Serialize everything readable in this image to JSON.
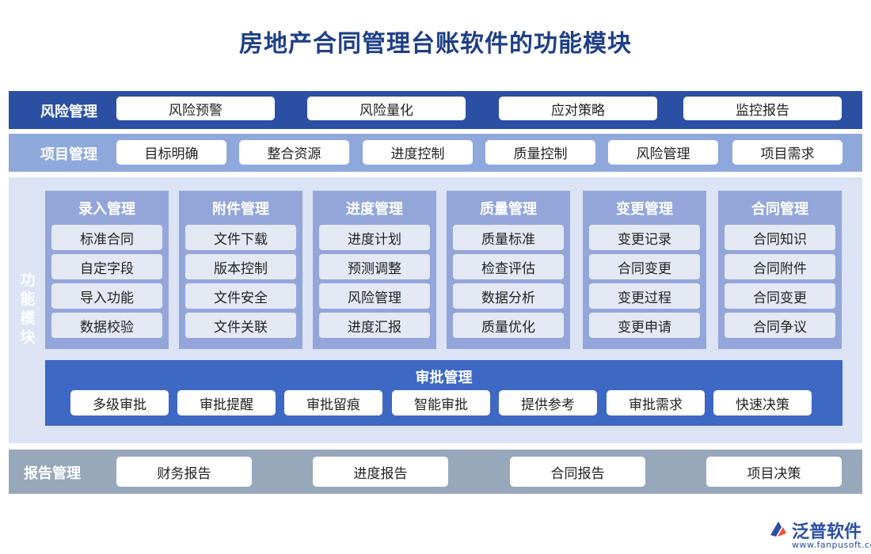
{
  "title": "房地产合同管理台账软件的功能模块",
  "risk": {
    "label": "风险管理",
    "items": [
      "风险预警",
      "风险量化",
      "应对策略",
      "监控报告"
    ]
  },
  "project": {
    "label": "项目管理",
    "items": [
      "目标明确",
      "整合资源",
      "进度控制",
      "质量控制",
      "风险管理",
      "项目需求"
    ]
  },
  "function": {
    "label": "功能模块",
    "modules": [
      {
        "title": "录入管理",
        "items": [
          "标准合同",
          "自定字段",
          "导入功能",
          "数据校验"
        ]
      },
      {
        "title": "附件管理",
        "items": [
          "文件下载",
          "版本控制",
          "文件安全",
          "文件关联"
        ]
      },
      {
        "title": "进度管理",
        "items": [
          "进度计划",
          "预测调整",
          "风险管理",
          "进度汇报"
        ]
      },
      {
        "title": "质量管理",
        "items": [
          "质量标准",
          "检查评估",
          "数据分析",
          "质量优化"
        ]
      },
      {
        "title": "变更管理",
        "items": [
          "变更记录",
          "合同变更",
          "变更过程",
          "变更申请"
        ]
      },
      {
        "title": "合同管理",
        "items": [
          "合同知识",
          "合同附件",
          "合同变更",
          "合同争议"
        ]
      }
    ],
    "approval": {
      "title": "审批管理",
      "items": [
        "多级审批",
        "审批提醒",
        "审批留痕",
        "智能审批",
        "提供参考",
        "审批需求",
        "快速决策"
      ]
    }
  },
  "report": {
    "label": "报告管理",
    "items": [
      "财务报告",
      "进度报告",
      "合同报告",
      "项目决策"
    ]
  },
  "logo": {
    "text": "泛普软件",
    "url": "www.fanpusoft.com",
    "colors": {
      "brand": "#2b4fa3",
      "accent": "#e8533a"
    }
  }
}
